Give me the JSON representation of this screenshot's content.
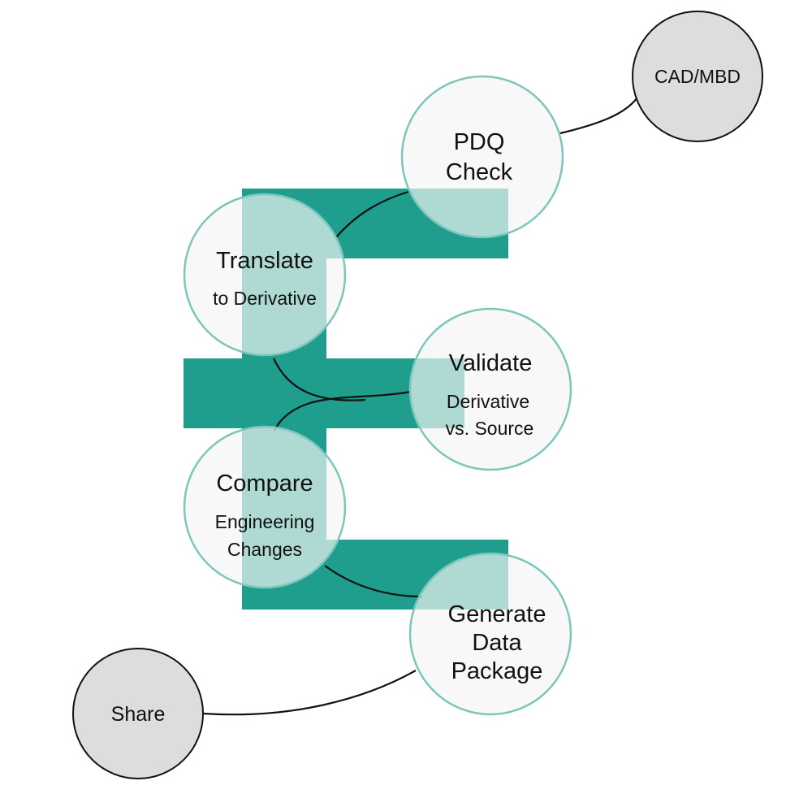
{
  "colors": {
    "band": "#1f9e8e",
    "process_fill": "#f3f4f3",
    "process_stroke": "#7cc6bc",
    "endpoint_fill": "#dcdedd",
    "endpoint_stroke": "#111111",
    "connector": "#111111"
  },
  "nodes": {
    "cad": {
      "label": "CAD/MBD"
    },
    "pdq": {
      "line1": "PDQ",
      "line2": "Check"
    },
    "translate": {
      "line1": "Translate",
      "line2": "to Derivative"
    },
    "validate": {
      "line1": "Validate",
      "line2": "Derivative",
      "line3": "vs. Source"
    },
    "compare": {
      "line1": "Compare",
      "line2": "Engineering",
      "line3": "Changes"
    },
    "generate": {
      "line1": "Generate",
      "line2": "Data",
      "line3": "Package"
    },
    "share": {
      "label": "Share"
    }
  }
}
